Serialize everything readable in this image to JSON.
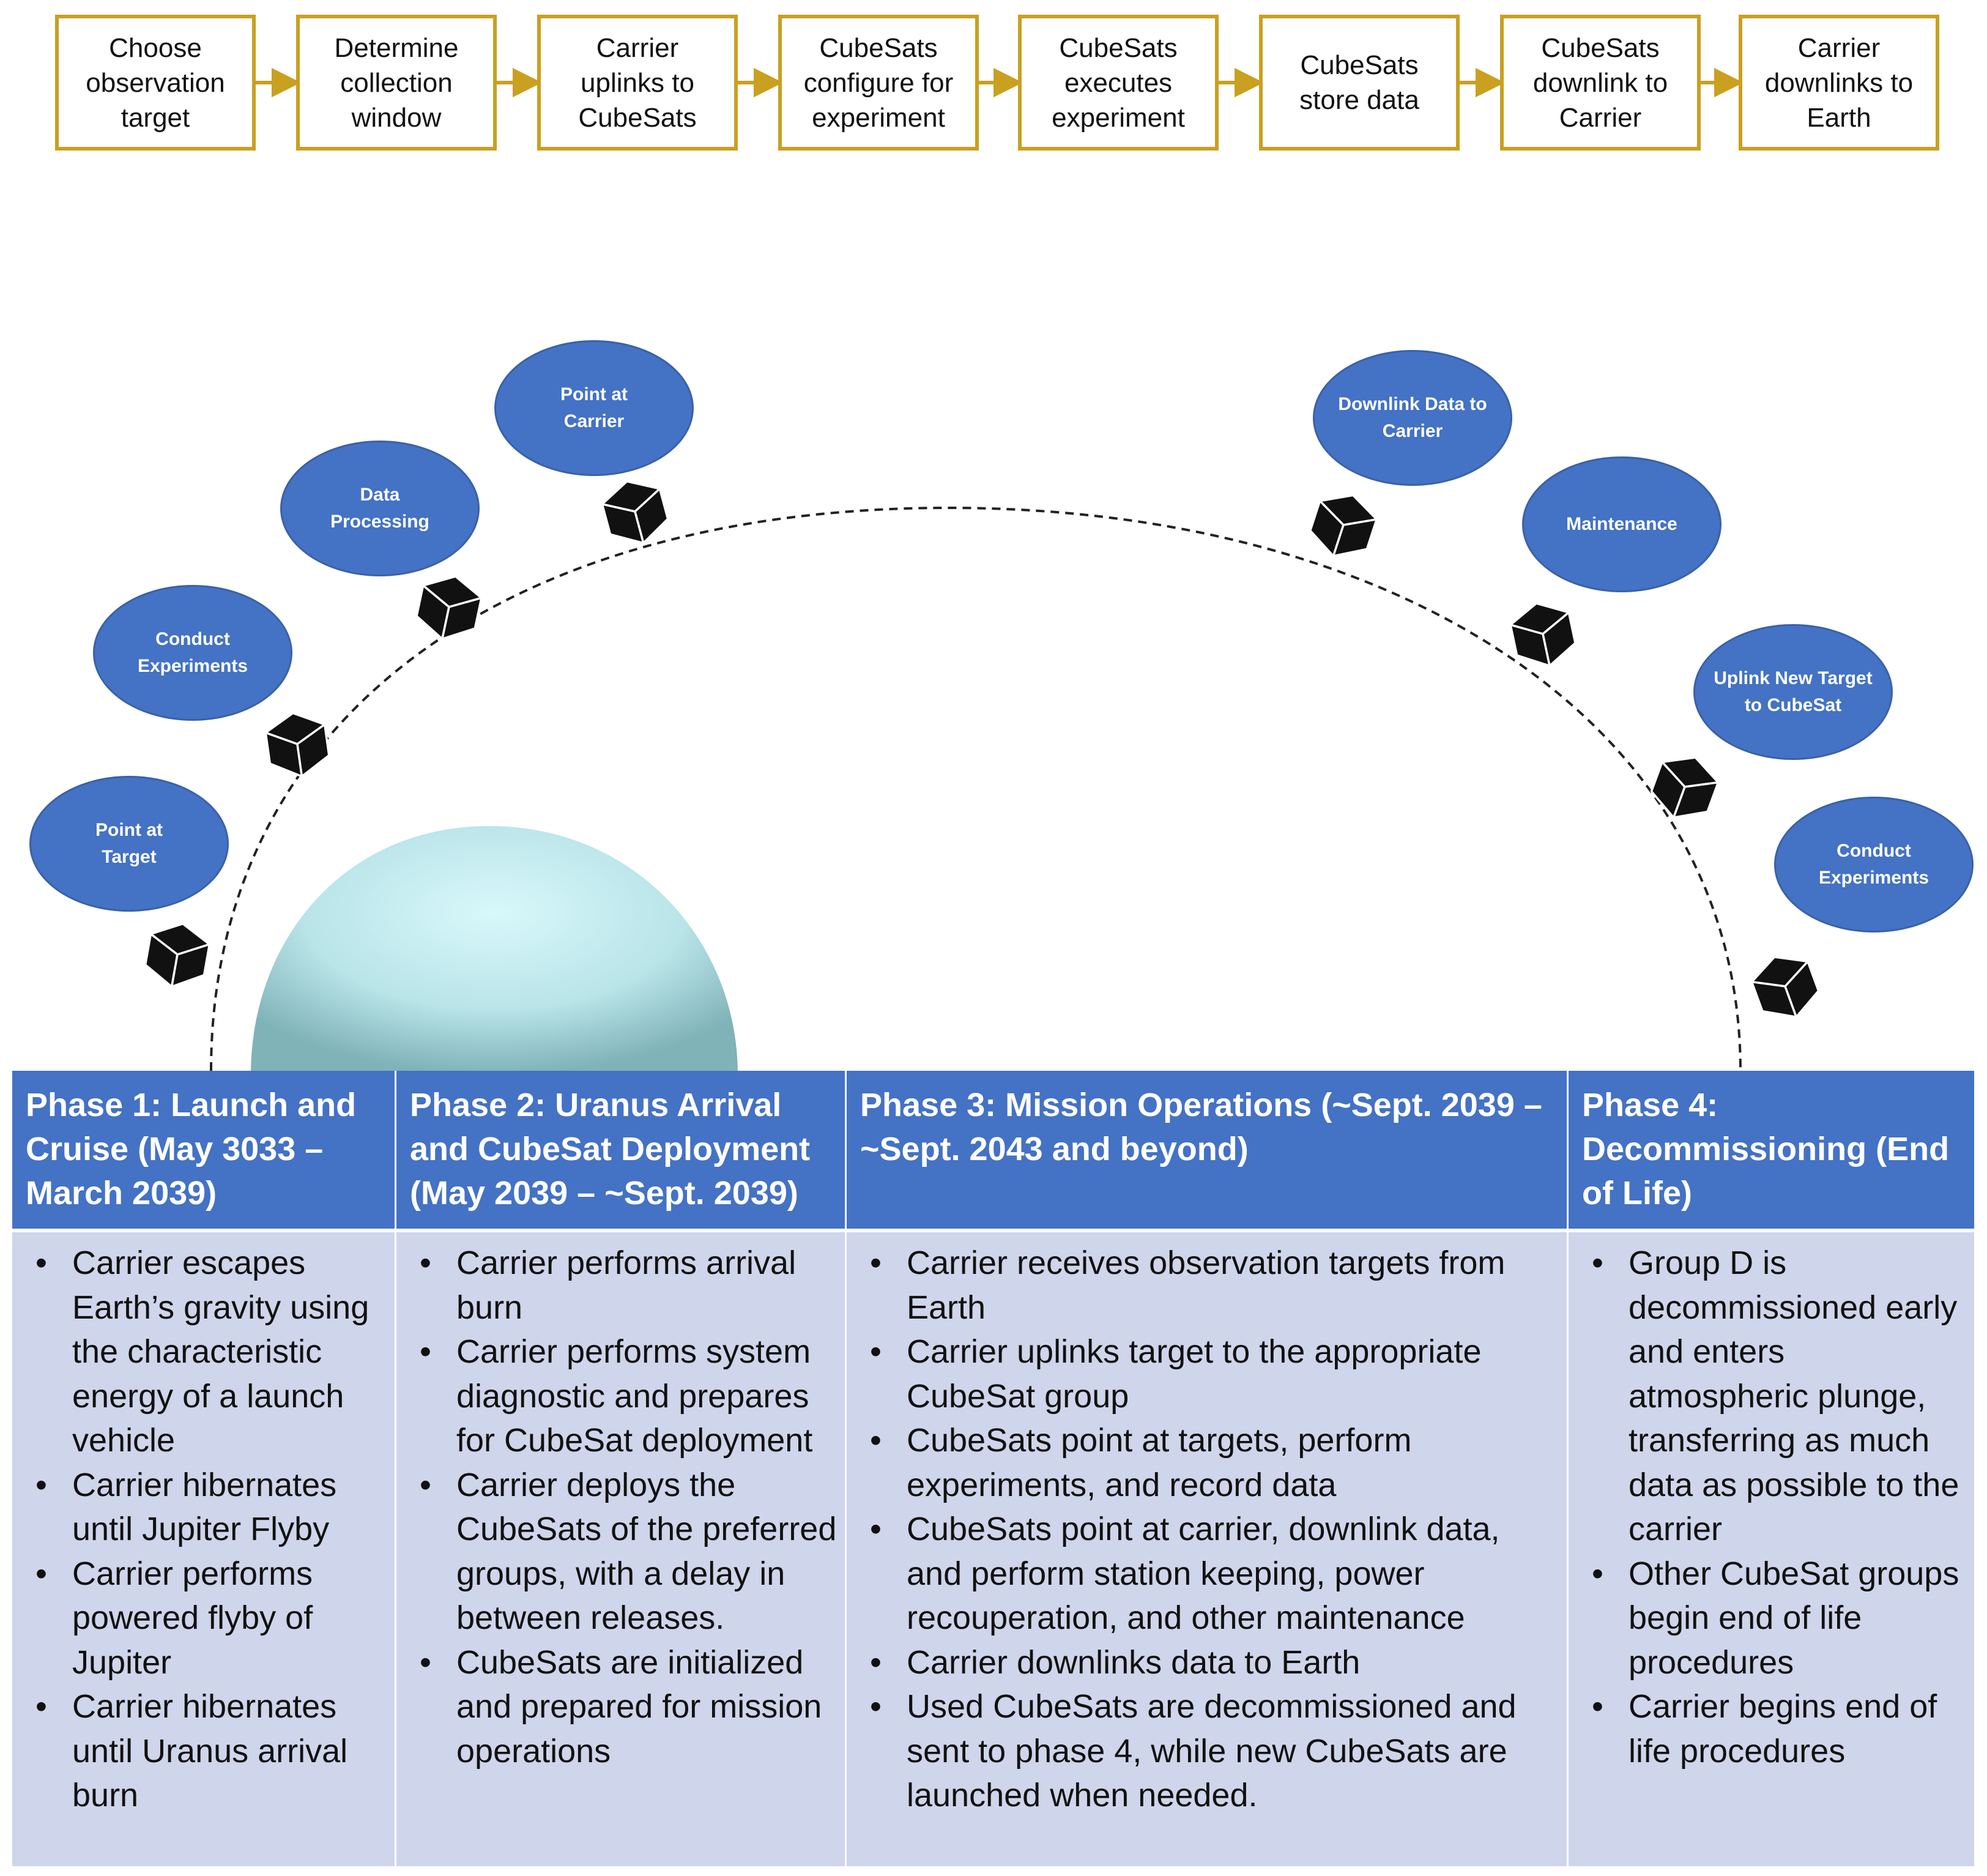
{
  "flow": {
    "steps": [
      "Choose\nobservation\ntarget",
      "Determine\ncollection\nwindow",
      "Carrier\nuplinks to\nCubeSats",
      "CubeSats\nconfigure for\nexperiment",
      "CubeSats\nexecutes\nexperiment",
      "CubeSats\nstore data",
      "CubeSats\ndownlink to\nCarrier",
      "Carrier\ndownlinks to\nEarth"
    ],
    "accent_color": "#c9a020"
  },
  "orbit": {
    "bubbles_left": [
      "Point at\nTarget",
      "Conduct\nExperiments",
      "Data\nProcessing",
      "Point at\nCarrier"
    ],
    "bubbles_right": [
      "Downlink Data to\nCarrier",
      "Maintenance",
      "Uplink New Target\nto CubeSat",
      "Conduct\nExperiments"
    ],
    "bubble_color": "#4472c4",
    "planet_color": "#b9e4e8",
    "cube_icon": "cube-icon"
  },
  "phases": [
    {
      "title": "Phase 1: Launch and Cruise (May 3033 – March 2039)",
      "items": [
        "Carrier escapes Earth’s gravity using the characteristic energy of a launch vehicle",
        "Carrier hibernates until Jupiter Flyby",
        "Carrier performs powered flyby of Jupiter",
        "Carrier hibernates until Uranus arrival burn"
      ]
    },
    {
      "title": "Phase 2: Uranus Arrival and CubeSat Deployment (May 2039 – ~Sept. 2039)",
      "items": [
        "Carrier performs arrival burn",
        "Carrier performs system diagnostic and prepares for CubeSat deployment",
        "Carrier deploys the CubeSats of the preferred groups, with a delay in between releases.",
        "CubeSats are initialized and prepared for mission operations"
      ]
    },
    {
      "title": "Phase 3: Mission Operations (~Sept. 2039 – ~Sept. 2043 and beyond)",
      "items": [
        "Carrier receives observation targets from Earth",
        "Carrier uplinks target to the appropriate CubeSat group",
        "CubeSats point at targets, perform experiments, and record data",
        "CubeSats point at carrier, downlink data, and perform station keeping, power recouperation, and other maintenance",
        "Carrier downlinks data to Earth",
        "Used CubeSats are decommissioned and sent to phase 4, while new CubeSats are launched when needed."
      ]
    },
    {
      "title": "Phase 4: Decommissioning (End of Life)",
      "items": [
        "Group D is decommissioned early and enters atmospheric plunge, transferring as much data as possible to the carrier",
        "Other CubeSat groups begin end of life procedures",
        "Carrier begins end of life procedures"
      ]
    }
  ],
  "colors": {
    "header_blue": "#4472c4",
    "body_lavender": "#cfd5ea"
  }
}
